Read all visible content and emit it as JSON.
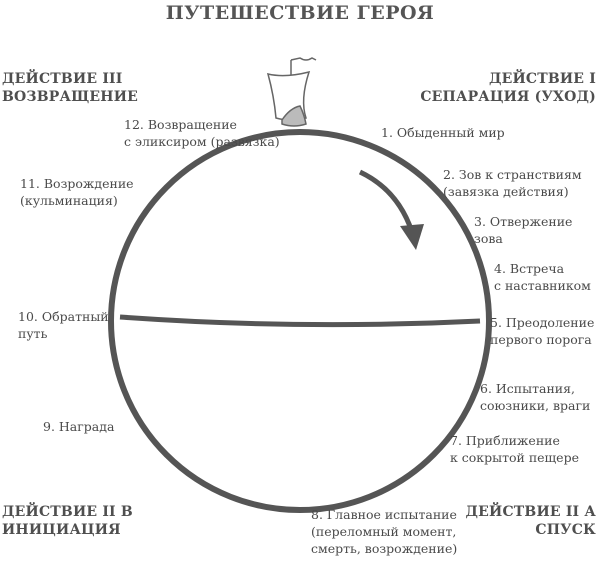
{
  "title": "ПУТЕШЕСТВИЕ ГЕРОЯ",
  "acts": {
    "act1": [
      "ДЕЙСТВИЕ I",
      "СЕПАРАЦИЯ (УХОД)"
    ],
    "act2a": [
      "ДЕЙСТВИЕ II А",
      "СПУСК"
    ],
    "act2b": [
      "ДЕЙСТВИЕ II В",
      "ИНИЦИАЦИЯ"
    ],
    "act3": [
      "ДЕЙСТВИЕ III",
      "ВОЗВРАЩЕНИЕ"
    ]
  },
  "stages": [
    [
      "1. Обыденный мир"
    ],
    [
      "2. Зов к странствиям",
      "(завязка действия)"
    ],
    [
      "3. Отвержение",
      "зова"
    ],
    [
      "4. Встреча",
      "с наставником"
    ],
    [
      "5. Преодоление",
      "первого порога"
    ],
    [
      "6. Испытания,",
      "союзники, враги"
    ],
    [
      "7. Приближение",
      "к сокрытой пещере"
    ],
    [
      "8. Главное испытание",
      "(переломный момент,",
      "смерть, возрождение)"
    ],
    [
      "9. Награда"
    ],
    [
      "10. Обратный",
      "путь"
    ],
    [
      "11. Возрождение",
      "(кульминация)"
    ],
    [
      "12. Возвращение",
      "с эликсиром (развязка)"
    ]
  ],
  "colors": {
    "line": "#555555",
    "text": "#4a4a4a"
  }
}
